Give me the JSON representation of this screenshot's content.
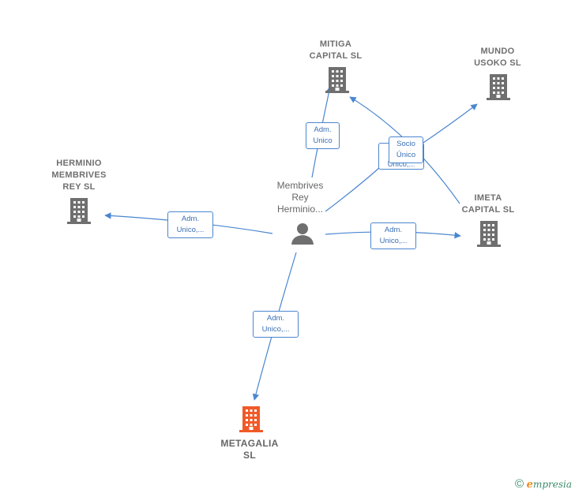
{
  "nodes": {
    "mitiga": {
      "label": "MITIGA\nCAPITAL  SL",
      "type": "company",
      "color": "#6f6f6f"
    },
    "mundo": {
      "label": "MUNDO\nUSOKO  SL",
      "type": "company",
      "color": "#6f6f6f"
    },
    "herminio_rey": {
      "label": "HERMINIO\nMEMBRIVES\nREY SL",
      "type": "company",
      "color": "#6f6f6f"
    },
    "imeta": {
      "label": "IMETA\nCAPITAL  SL",
      "type": "company",
      "color": "#6f6f6f"
    },
    "metagalia": {
      "label": "METAGALIA\nSL",
      "type": "company",
      "color": "#f05a28"
    },
    "person": {
      "label": "Membrives\nRey\nHerminio...",
      "type": "person",
      "color": "#6f6f6f"
    }
  },
  "edges": {
    "to_mitiga": "Adm.\nUnico",
    "to_herminio": "Adm.\nUnico,...",
    "to_imeta": "Adm.\nUnico,...",
    "to_metagalia": "Adm.\nUnico,...",
    "to_mundo_back": "Adm.\nUnico,...",
    "socio": "Socio\nÚnico"
  },
  "colors": {
    "edge": "#4a86d0",
    "company": "#6f6f6f",
    "highlight": "#f05a28"
  },
  "footer": {
    "copyright": "©",
    "brand_first": "e",
    "brand_rest": "mpresia"
  }
}
